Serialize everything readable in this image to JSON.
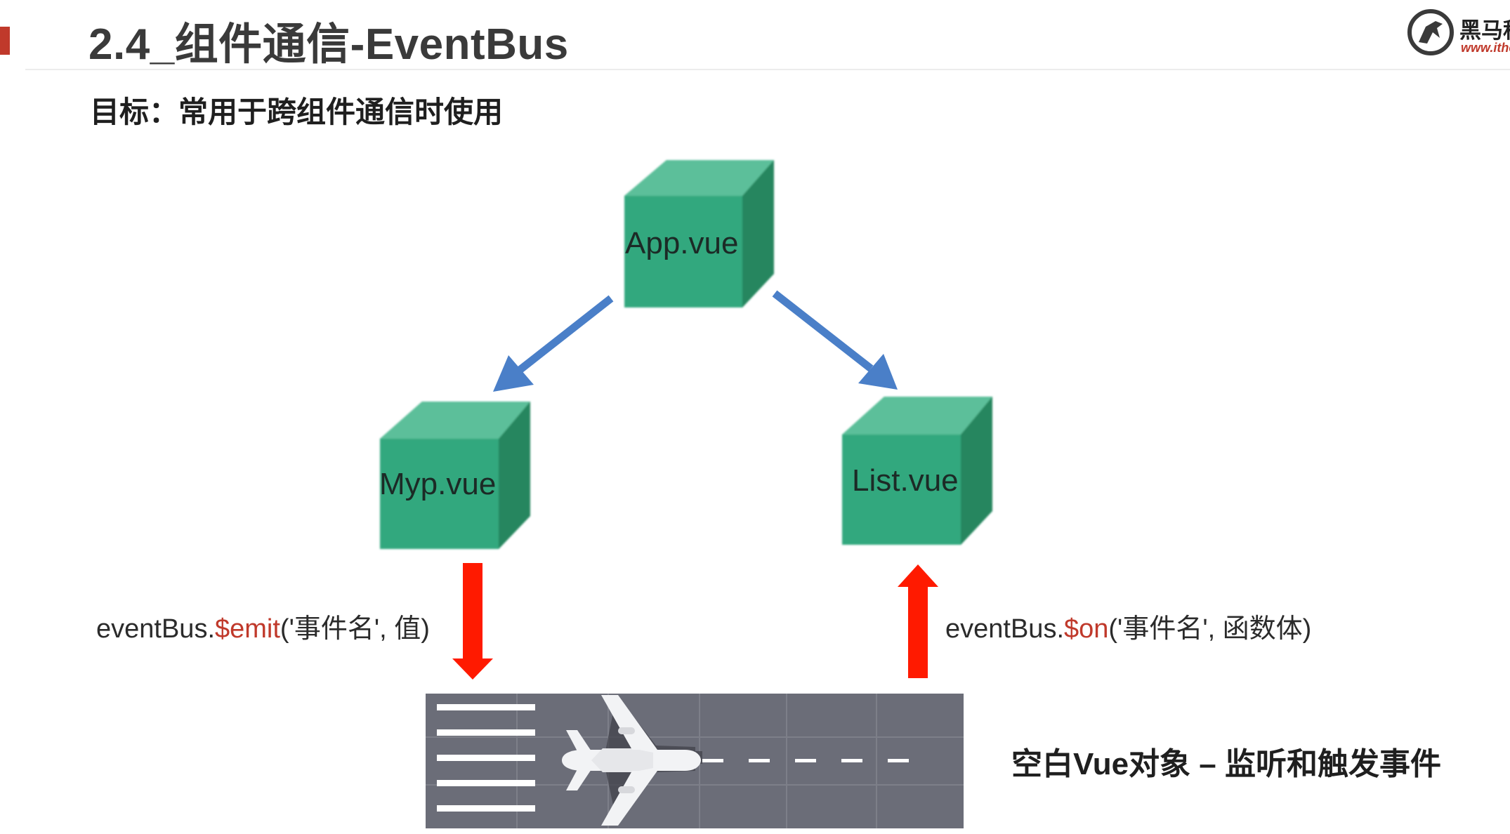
{
  "header": {
    "title": "2.4_组件通信-EventBus",
    "subtitle": "目标：常用于跨组件通信时使用",
    "logo_text": "黑马程",
    "logo_url": "www.ithe"
  },
  "diagram": {
    "nodes": [
      {
        "id": "app",
        "label": "App.vue"
      },
      {
        "id": "myp",
        "label": "Myp.vue"
      },
      {
        "id": "list",
        "label": "List.vue"
      }
    ],
    "emit_code": {
      "prefix": "eventBus.",
      "method": "$emit",
      "args": "('事件名', 值)"
    },
    "on_code": {
      "prefix": "eventBus.",
      "method": "$on",
      "args": "('事件名', 函数体)"
    },
    "bus_caption": "空白Vue对象 – 监听和触发事件"
  },
  "colors": {
    "accent": "#c0392b",
    "cube_front": "#33a87e",
    "cube_top": "#5cbf9a",
    "cube_side": "#27865f",
    "blue_arrow": "#4a7fc8",
    "red_arrow": "#ff1a00",
    "runway": "#6b6d78"
  }
}
